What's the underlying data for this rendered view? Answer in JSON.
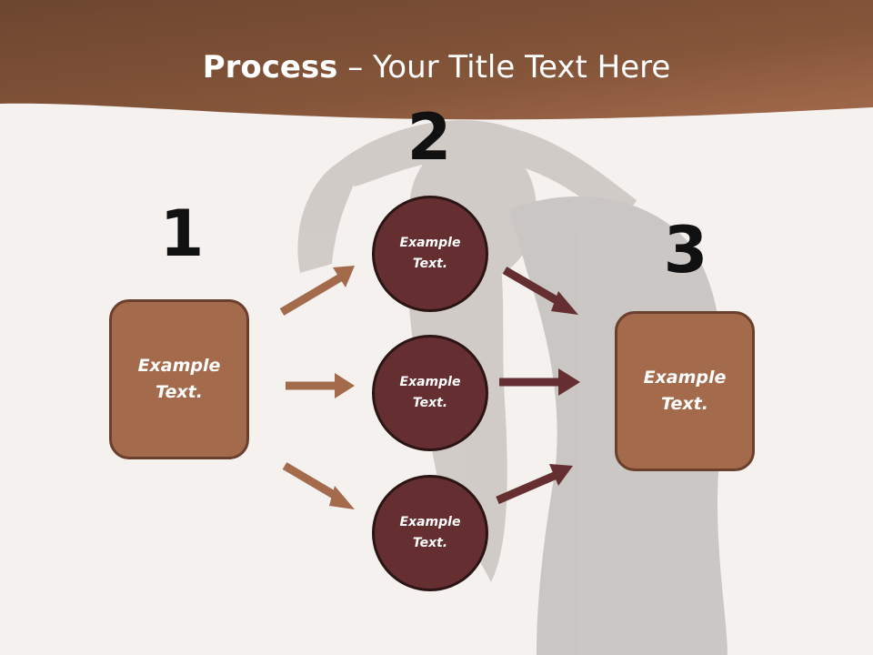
{
  "slide": {
    "title_bold": "Process",
    "title_rest": " – Your Title Text Here"
  },
  "colors": {
    "header": "#7a4e35",
    "box_fill": "#a46a4c",
    "box_border": "#6b3f2d",
    "circle_fill": "#652f31",
    "circle_border": "#2a1414",
    "arrow_light": "#a46a4c",
    "arrow_dark": "#652f31"
  },
  "steps": {
    "one": "1",
    "two": "2",
    "three": "3"
  },
  "left_box": {
    "line1": "Example",
    "line2": "Text."
  },
  "circles": [
    {
      "line1": "Example",
      "line2": "Text."
    },
    {
      "line1": "Example",
      "line2": "Text."
    },
    {
      "line1": "Example",
      "line2": "Text."
    }
  ],
  "right_box": {
    "line1": "Example",
    "line2": "Text."
  }
}
